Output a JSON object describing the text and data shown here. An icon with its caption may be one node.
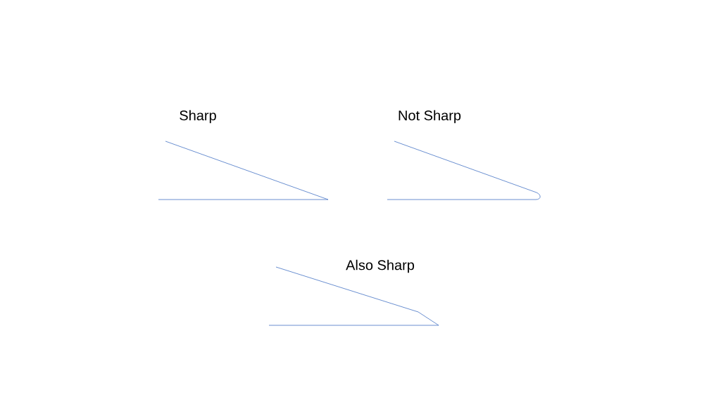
{
  "diagram": {
    "labels": [
      "Sharp",
      "Not Sharp",
      "Also Sharp"
    ]
  }
}
